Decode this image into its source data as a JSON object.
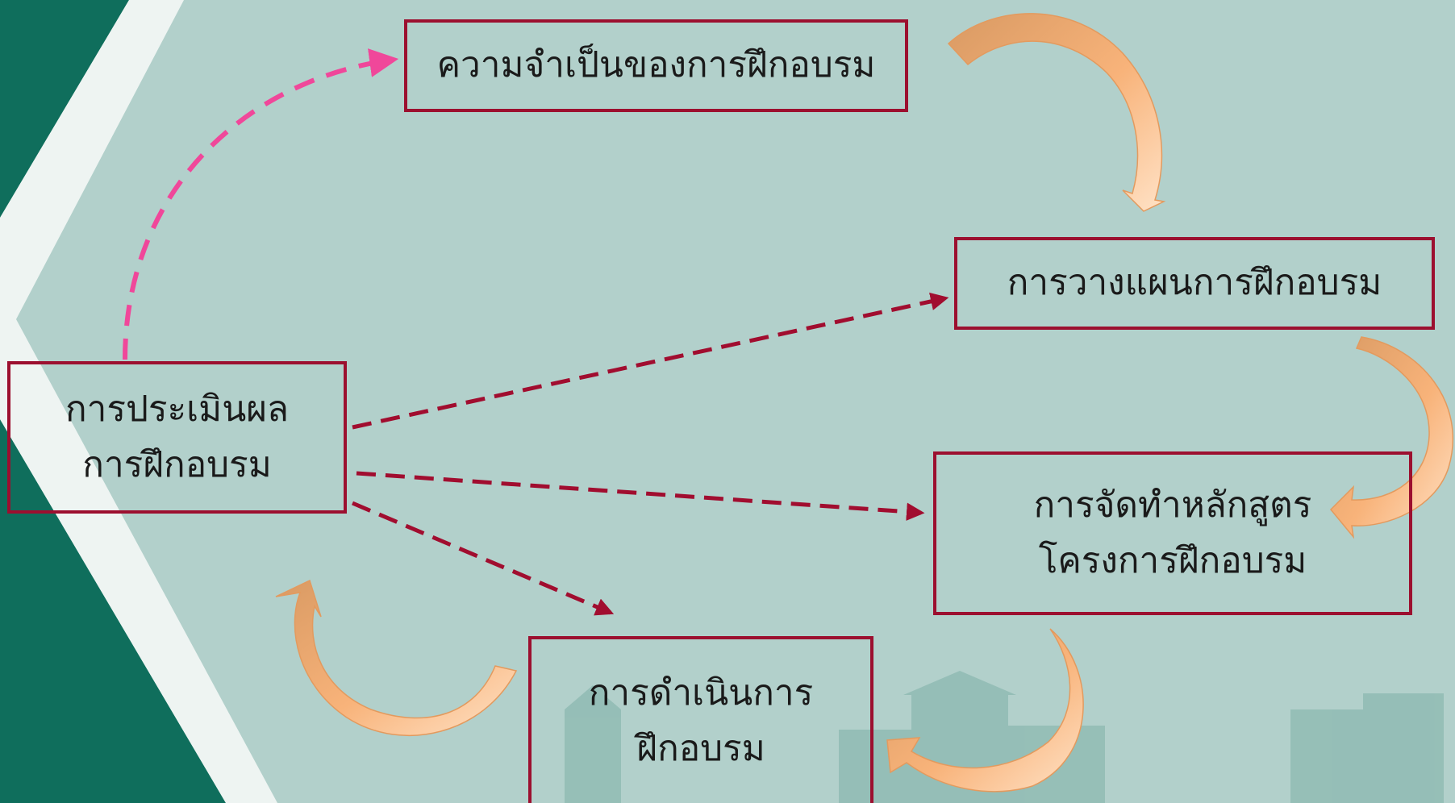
{
  "diagram": {
    "colors": {
      "background": "#b2d0cb",
      "dark_green": "#00695a",
      "box_border": "#9c0f2f",
      "dashed_pink": "#f0479a",
      "dashed_red": "#a10d2f",
      "cycle_arrow": "#f5a662"
    },
    "nodes": {
      "needs": {
        "lines": [
          "ความจำเป็นของการฝึกอบรม"
        ]
      },
      "planning": {
        "lines": [
          "การวางแผนการฝึกอบรม"
        ]
      },
      "curriculum": {
        "lines": [
          "การจัดทำหลักสูตร",
          "โครงการฝึกอบรม"
        ]
      },
      "execution": {
        "lines": [
          "การดำเนินการ",
          "ฝึกอบรม"
        ]
      },
      "evaluation": {
        "lines": [
          "การประเมินผล",
          "การฝึกอบรม"
        ]
      }
    },
    "cycle_edges": [
      {
        "from": "needs",
        "to": "planning",
        "icon": "curved-arrow-icon"
      },
      {
        "from": "planning",
        "to": "curriculum",
        "icon": "curved-arrow-icon"
      },
      {
        "from": "curriculum",
        "to": "execution",
        "icon": "curved-arrow-icon"
      },
      {
        "from": "execution",
        "to": "evaluation",
        "icon": "curved-arrow-icon"
      }
    ],
    "feedback_edges": [
      {
        "from": "evaluation",
        "to": "needs",
        "style": "dashed-pink"
      },
      {
        "from": "evaluation",
        "to": "planning",
        "style": "dashed-red"
      },
      {
        "from": "evaluation",
        "to": "curriculum",
        "style": "dashed-red"
      },
      {
        "from": "evaluation",
        "to": "execution",
        "style": "dashed-red"
      }
    ]
  }
}
